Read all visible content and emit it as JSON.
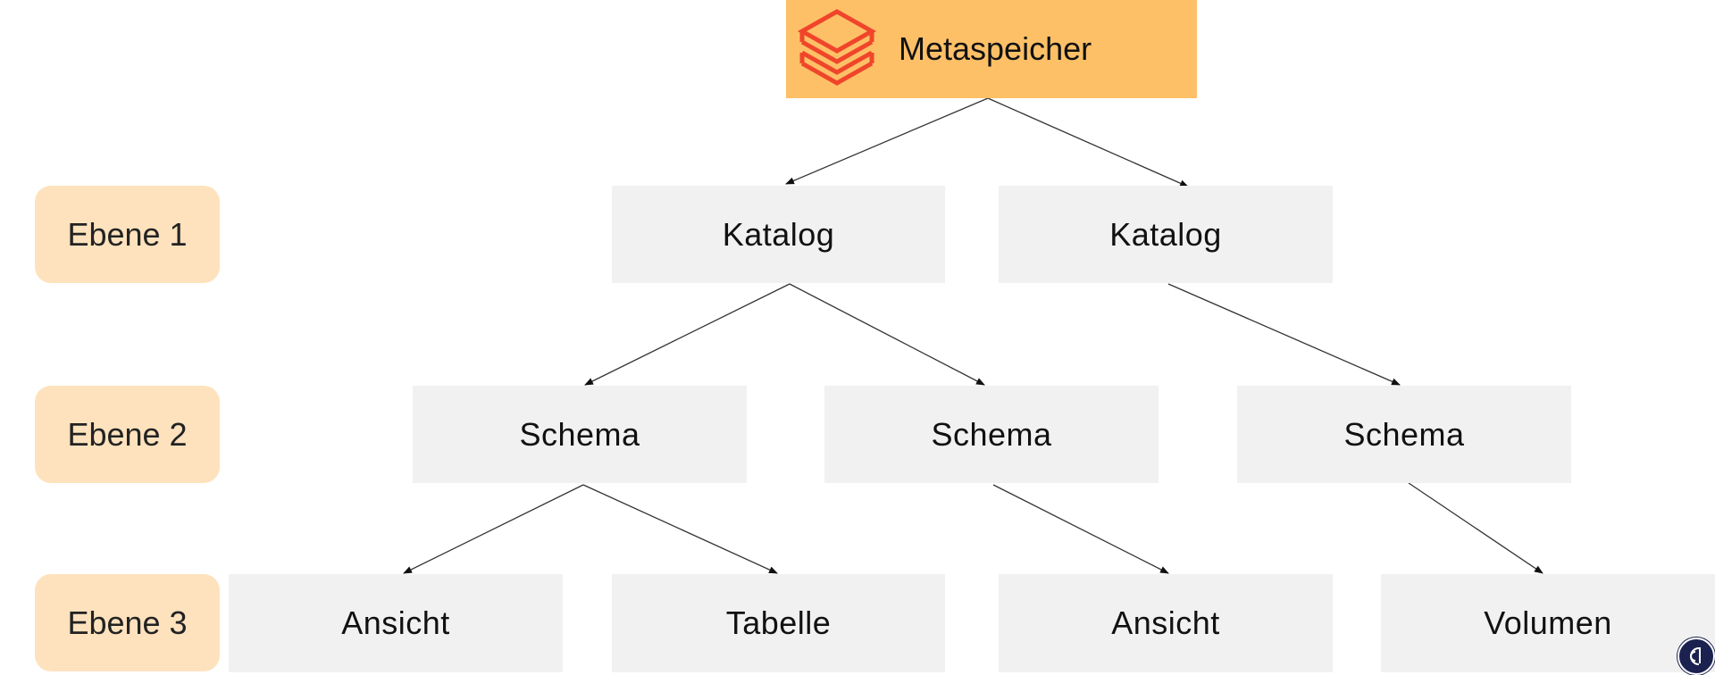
{
  "root": {
    "label": "Metaspeicher",
    "logo_icon": "stacked-layers-icon",
    "color": "#fdc067",
    "logo_color": "#f0452a"
  },
  "levels": [
    {
      "label": "Ebene 1"
    },
    {
      "label": "Ebene 2"
    },
    {
      "label": "Ebene 3"
    }
  ],
  "level_1": [
    {
      "label": "Katalog"
    },
    {
      "label": "Katalog"
    }
  ],
  "level_2": [
    {
      "label": "Schema"
    },
    {
      "label": "Schema"
    },
    {
      "label": "Schema"
    }
  ],
  "level_3": [
    {
      "label": "Ansicht"
    },
    {
      "label": "Tabelle"
    },
    {
      "label": "Ansicht"
    },
    {
      "label": "Volumen"
    }
  ],
  "edges": [
    {
      "from": "root",
      "to": "catalog-1"
    },
    {
      "from": "root",
      "to": "catalog-2"
    },
    {
      "from": "catalog-1",
      "to": "schema-1"
    },
    {
      "from": "catalog-1",
      "to": "schema-2"
    },
    {
      "from": "catalog-2",
      "to": "schema-3"
    },
    {
      "from": "schema-1",
      "to": "ansicht-1"
    },
    {
      "from": "schema-1",
      "to": "tabelle-1"
    },
    {
      "from": "schema-2",
      "to": "ansicht-2"
    },
    {
      "from": "schema-3",
      "to": "volumen-1"
    }
  ],
  "corner_badge_icon": "brand-logo-icon"
}
